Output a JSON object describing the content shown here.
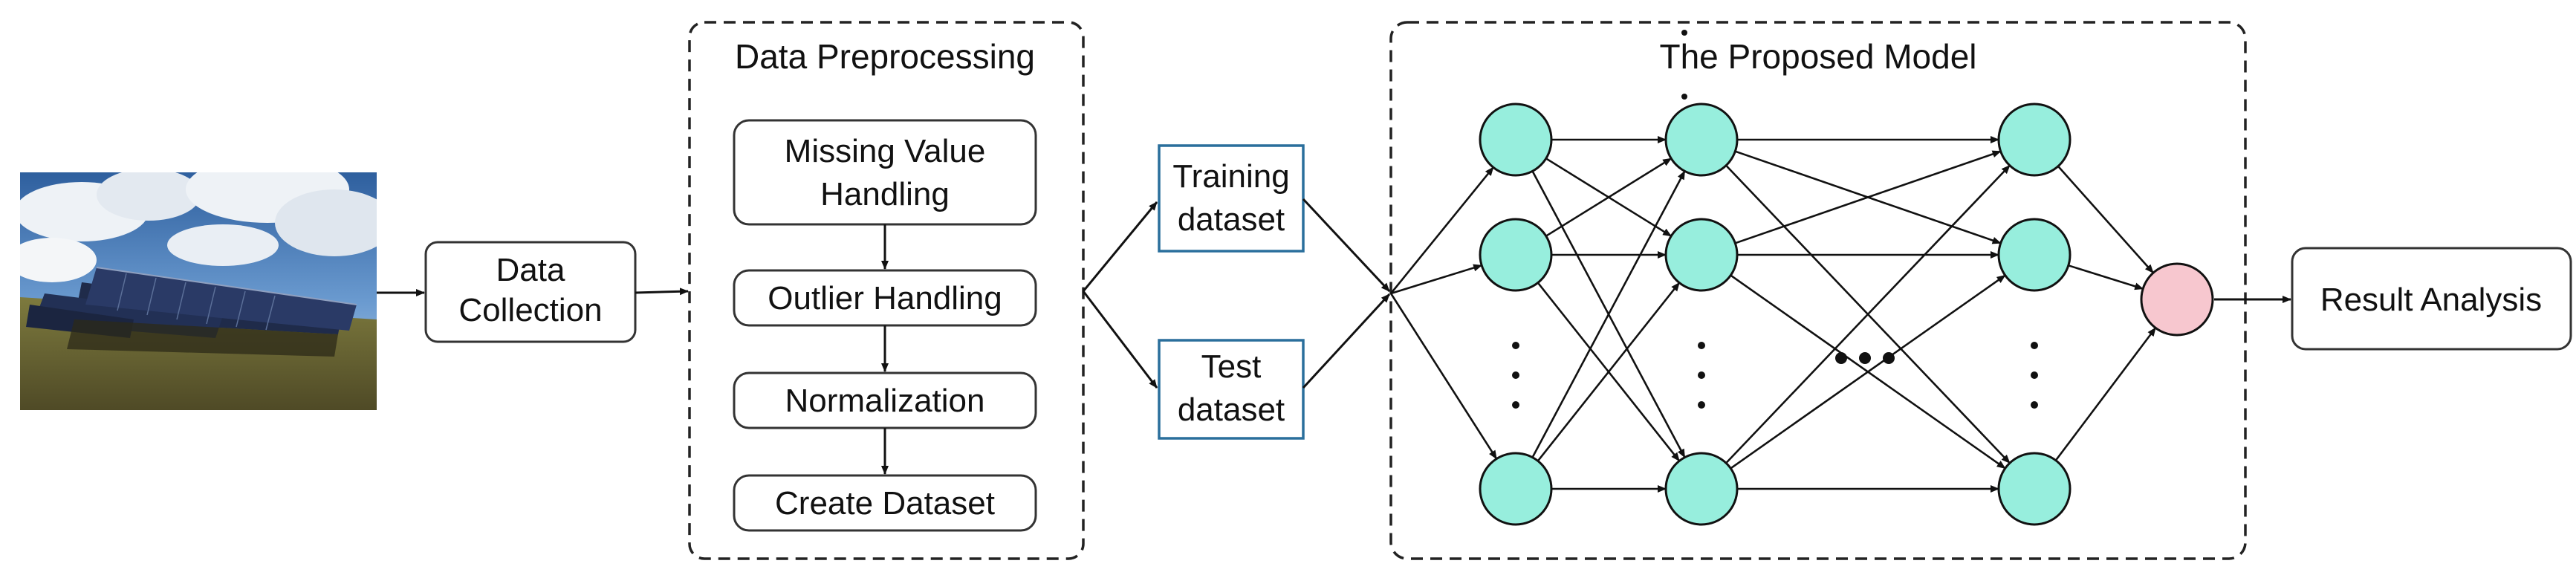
{
  "photo": {
    "icon": "solar-panel-field-photo"
  },
  "data_collection": {
    "line1": "Data",
    "line2": "Collection"
  },
  "preprocessing": {
    "title": "Data Preprocessing",
    "step1_line1": "Missing Value",
    "step1_line2": "Handling",
    "step2": "Outlier Handling",
    "step3": "Normalization",
    "step4": "Create Dataset"
  },
  "datasets": {
    "training_line1": "Training",
    "training_line2": "dataset",
    "test_line1": "Test",
    "test_line2": "dataset"
  },
  "model": {
    "title": "The Proposed Model",
    "hidden_color": "#97eedd",
    "output_color": "#f7c7cf"
  },
  "result": {
    "label": "Result Analysis"
  }
}
